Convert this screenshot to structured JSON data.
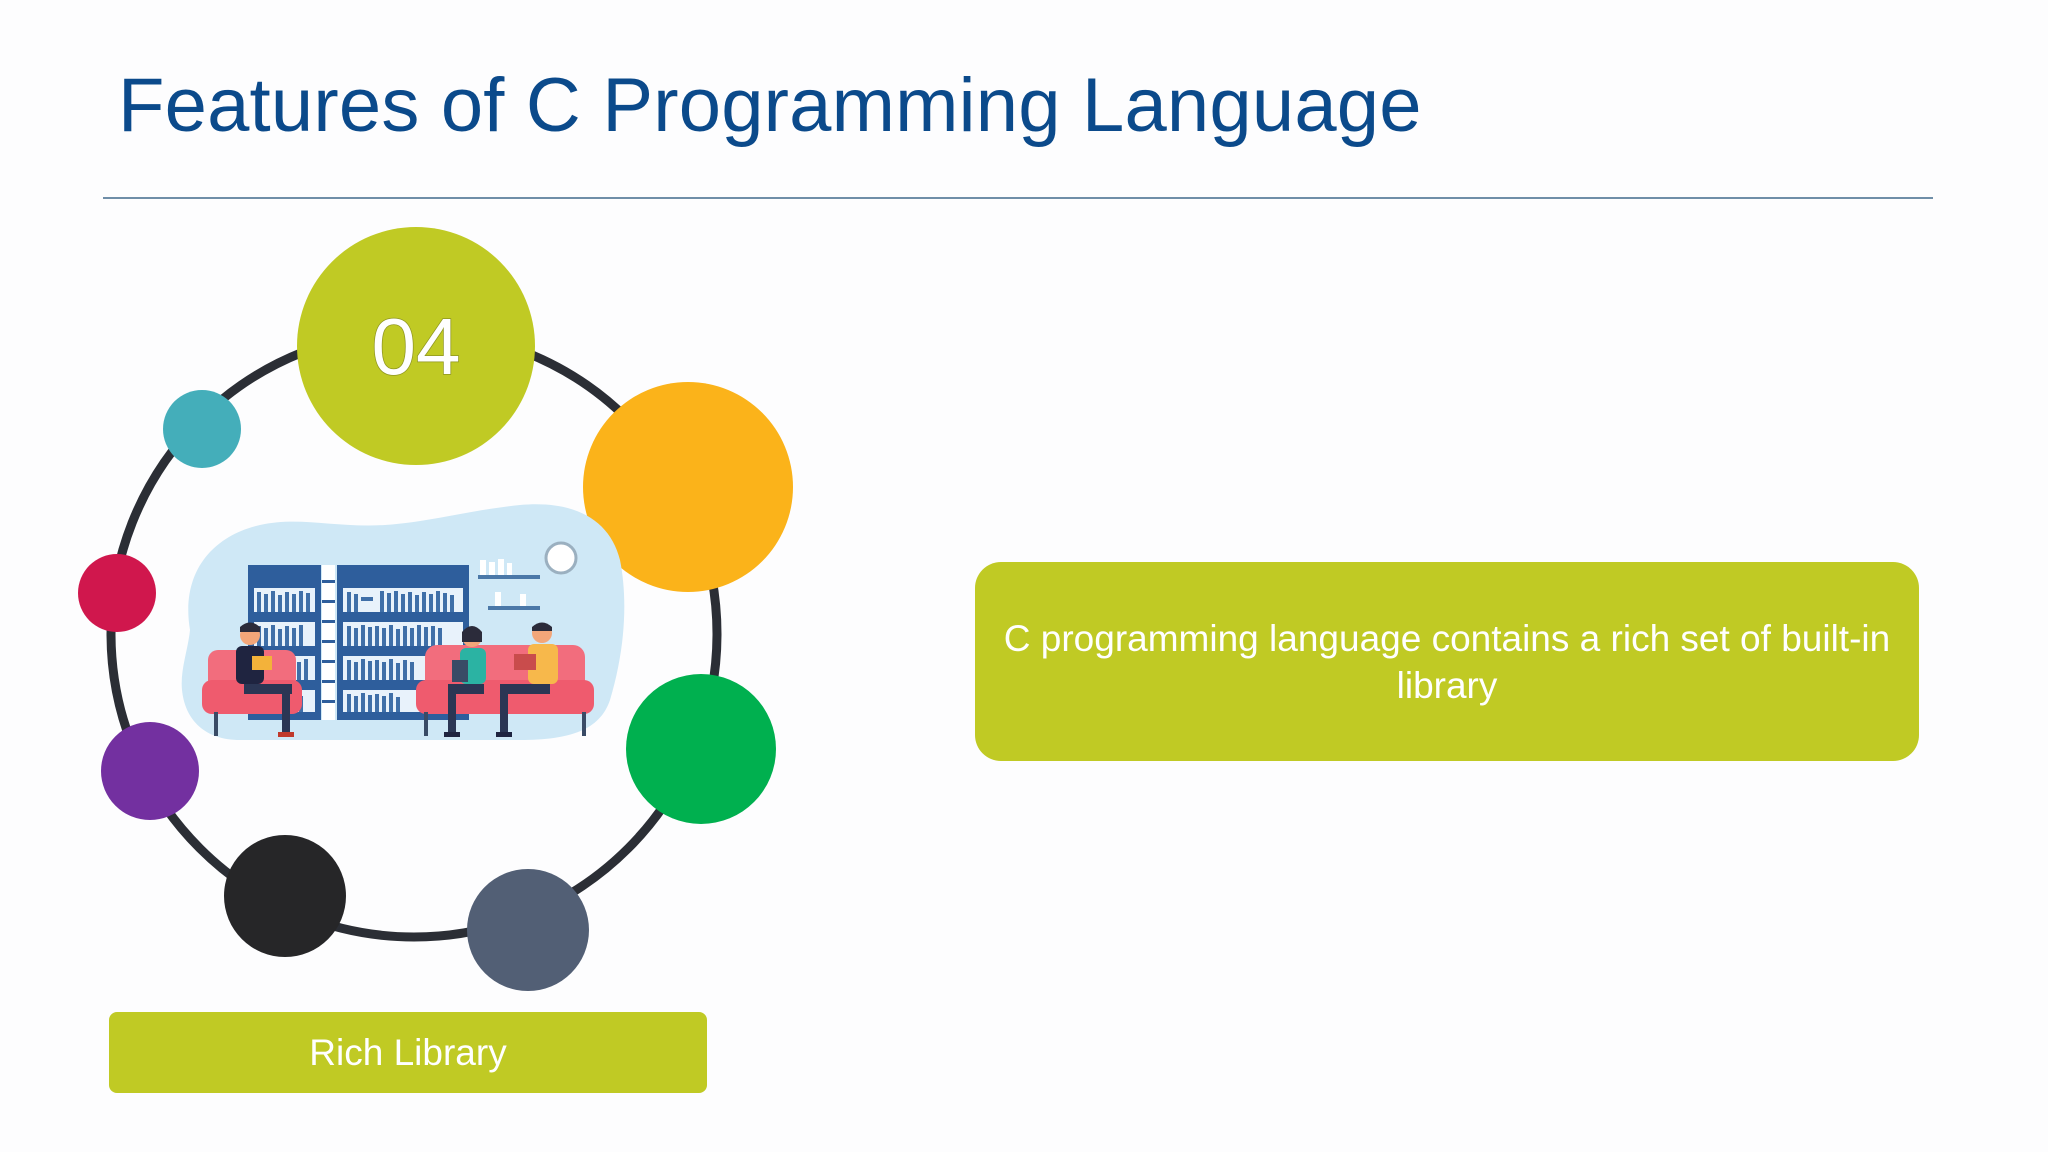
{
  "slide": {
    "title": "Features of C Programming Language",
    "feature_number": "04",
    "feature_label": "Rich Library",
    "description": "C programming language contains a rich set of built-in library"
  },
  "colors": {
    "title": "#0b4a8b",
    "accent_green": "#c0ca24",
    "orange": "#fbb31a",
    "green": "#00b04f",
    "slate": "#525f75",
    "black": "#262628",
    "purple": "#7330a0",
    "crimson": "#d0174d",
    "teal": "#44aeba",
    "ring": "#2b2e35"
  },
  "illustration": {
    "icon": "library-reading-illustration"
  }
}
